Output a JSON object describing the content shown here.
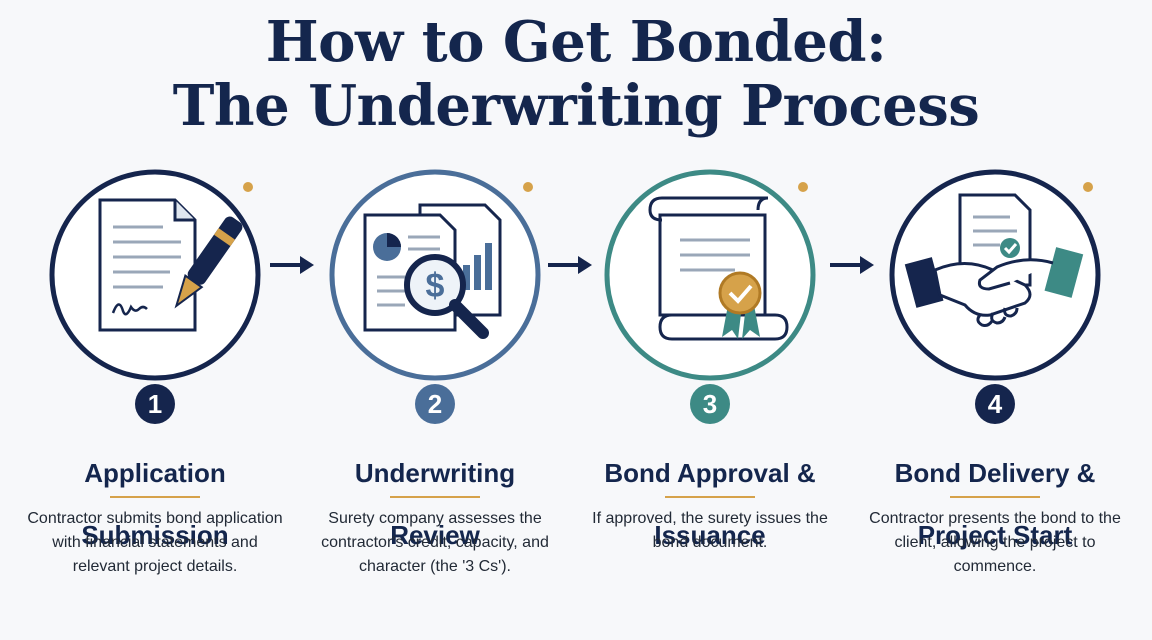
{
  "title": {
    "line1": "How to Get Bonded:",
    "line2": "The Underwriting Process"
  },
  "colors": {
    "navy": "#15254d",
    "slate_blue": "#4a6e99",
    "teal": "#3d8a85",
    "gold": "#d6a24a"
  },
  "steps": [
    {
      "number": "1",
      "title_line1": "Application",
      "title_line2": "Submission",
      "description": "Contractor submits bond application with financial statements and relevant project details.",
      "icon": "document-signing-pen-icon",
      "ring_color": "#15254d"
    },
    {
      "number": "2",
      "title_line1": "Underwriting",
      "title_line2": "Review",
      "description": "Surety company assesses the contractor's credit, capacity, and character (the '3 Cs').",
      "icon": "financial-review-magnifier-icon",
      "ring_color": "#4a6e99"
    },
    {
      "number": "3",
      "title_line1": "Bond Approval &",
      "title_line2": "Issuance",
      "description": "If approved, the surety issues the bond document.",
      "icon": "scroll-certificate-seal-icon",
      "ring_color": "#3d8a85"
    },
    {
      "number": "4",
      "title_line1": "Bond Delivery &",
      "title_line2": "Project Start",
      "description": "Contractor presents the bond to the client, allowing the project to commence.",
      "icon": "handshake-document-icon",
      "ring_color": "#15254d"
    }
  ]
}
